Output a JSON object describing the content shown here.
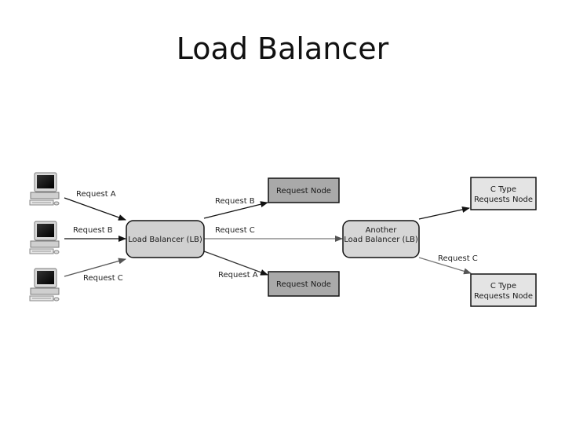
{
  "title": "Load Balancer",
  "nodes": {
    "lb": "Load Balancer (LB)",
    "another_lb": [
      "Another",
      "Load Balancer (LB)"
    ],
    "request_node_top": "Request Node",
    "request_node_bottom": "Request Node",
    "c_type_top": [
      "C Type",
      "Requests Node"
    ],
    "c_type_bottom": [
      "C Type",
      "Requests Node"
    ]
  },
  "edges": {
    "client_a_to_lb": "Request A",
    "client_b_to_lb": "Request B",
    "client_c_to_lb": "Request C",
    "lb_to_node_top": "Request B",
    "lb_to_another": "Request C",
    "lb_to_node_bottom": "Request A",
    "another_to_ctype_bottom": "Request C"
  },
  "clients": [
    "computer-icon",
    "computer-icon",
    "computer-icon"
  ]
}
